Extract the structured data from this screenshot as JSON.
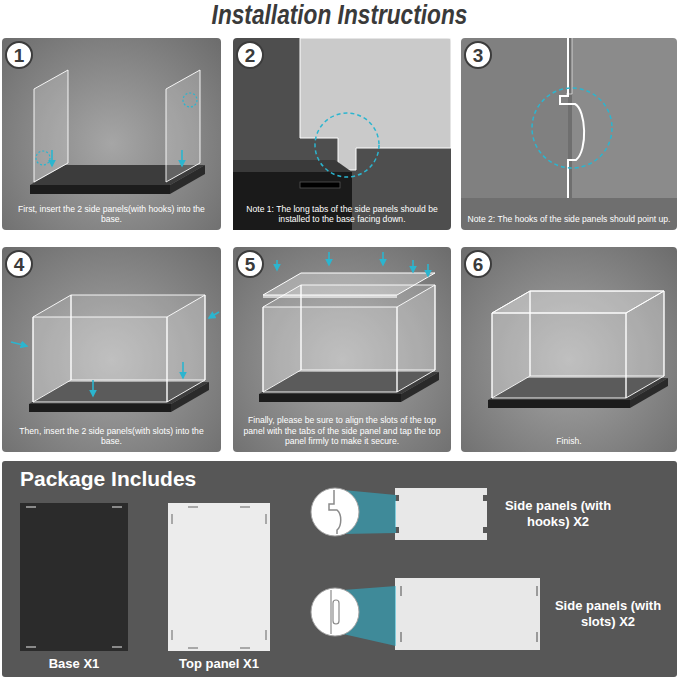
{
  "diagram": {
    "title": "Installation Instructions",
    "nodes": [
      {
        "text": [
          "First, insert the 2 side panels(with hooks) into the base."
        ]
      },
      {
        "text": [
          "1"
        ],
        "in": 0
      },
      {
        "text": [
          "Note 1: The long tabs of the side panels should be installed to the base facing down."
        ]
      },
      {
        "text": [
          "2"
        ],
        "in": 2
      },
      {
        "text": [
          "Note 2: The hooks of the side panels should point up."
        ]
      },
      {
        "text": [
          "3"
        ],
        "in": 4
      },
      {
        "text": [
          "Then, insert the 2 side panels(with slots) into the base."
        ]
      },
      {
        "text": [
          "4"
        ],
        "in": 6
      },
      {
        "text": [
          "Finally, please be sure to align the slots of the top panel with the tabs of the side panel and tap the top panel firmly to make it secure."
        ]
      },
      {
        "text": [
          "5"
        ],
        "in": 8
      },
      {
        "text": [
          "Finish."
        ]
      },
      {
        "text": [
          "6"
        ],
        "in": 10
      },
      {
        "text": [
          "Package Includes"
        ]
      },
      {
        "text": [
          "Base X1"
        ],
        "in": 12
      },
      {
        "text": [
          "Top panel X1"
        ],
        "in": 12
      },
      {
        "text": [
          "Side panels (with hooks) X2"
        ],
        "in": 12
      },
      {
        "text": [
          "Side panels (with slots) X2"
        ],
        "in": 12
      }
    ]
  }
}
